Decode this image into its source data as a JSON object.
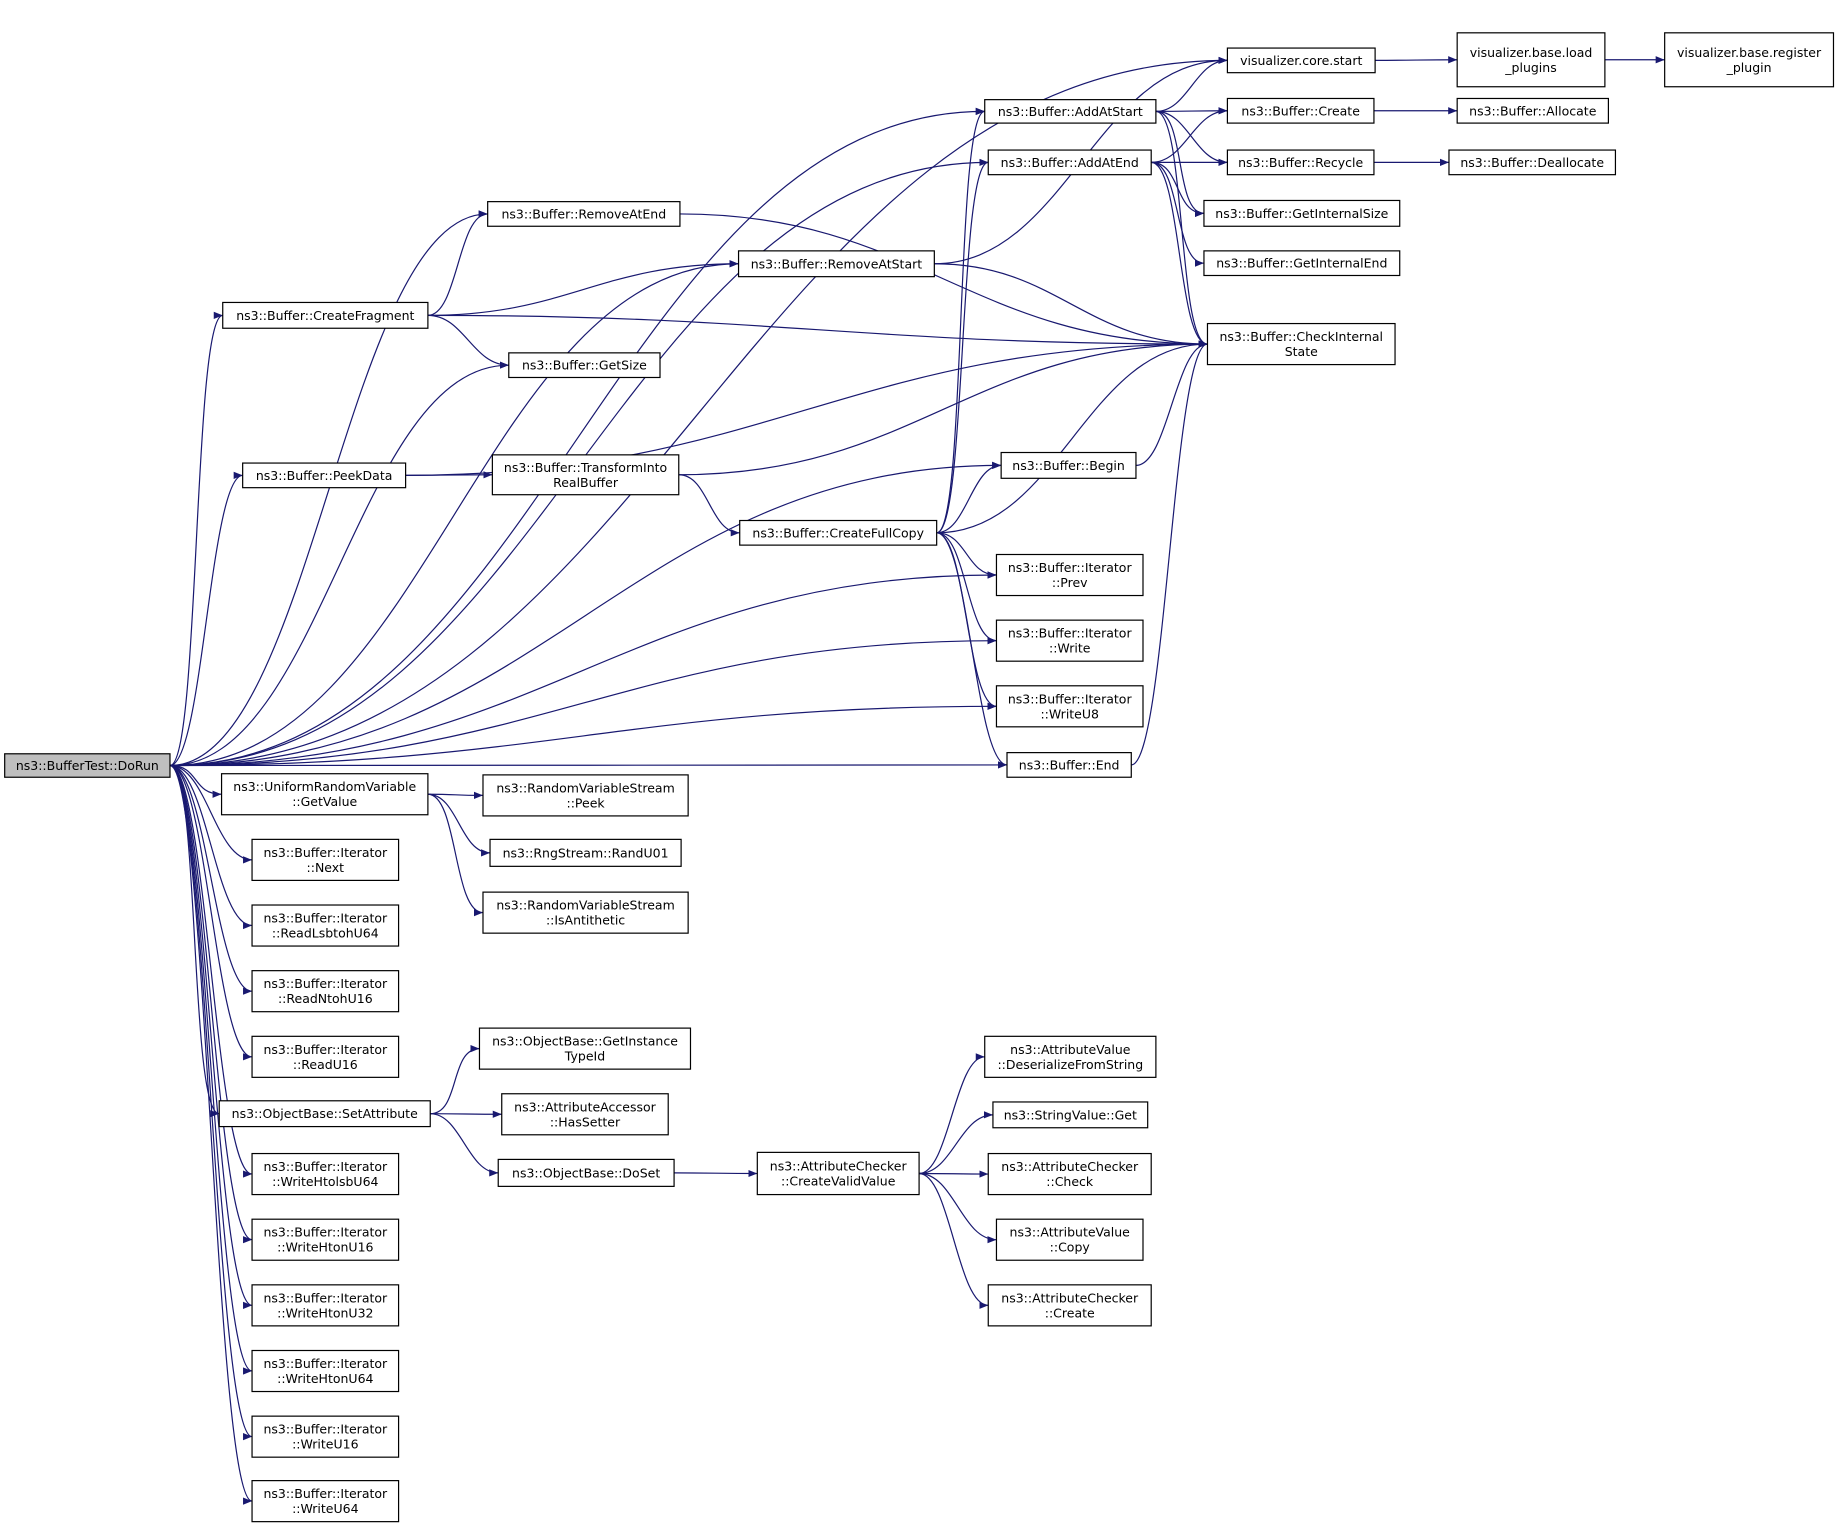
{
  "nodes": [
    {
      "id": "dorun",
      "lines": [
        "ns3::BufferTest::DoRun"
      ],
      "root": true
    },
    {
      "id": "vcs",
      "lines": [
        "visualizer.core.start"
      ]
    },
    {
      "id": "vblp",
      "lines": [
        "visualizer.base.load",
        "_plugins"
      ]
    },
    {
      "id": "vbrp",
      "lines": [
        "visualizer.base.register",
        "_plugin"
      ]
    },
    {
      "id": "aas",
      "lines": [
        "ns3::Buffer::AddAtStart"
      ]
    },
    {
      "id": "bcreate",
      "lines": [
        "ns3::Buffer::Create"
      ]
    },
    {
      "id": "alloc",
      "lines": [
        "ns3::Buffer::Allocate"
      ]
    },
    {
      "id": "aae",
      "lines": [
        "ns3::Buffer::AddAtEnd"
      ]
    },
    {
      "id": "recycle",
      "lines": [
        "ns3::Buffer::Recycle"
      ]
    },
    {
      "id": "dealloc",
      "lines": [
        "ns3::Buffer::Deallocate"
      ]
    },
    {
      "id": "rae",
      "lines": [
        "ns3::Buffer::RemoveAtEnd"
      ]
    },
    {
      "id": "gis",
      "lines": [
        "ns3::Buffer::GetInternalSize"
      ]
    },
    {
      "id": "gie",
      "lines": [
        "ns3::Buffer::GetInternalEnd"
      ]
    },
    {
      "id": "ras",
      "lines": [
        "ns3::Buffer::RemoveAtStart"
      ]
    },
    {
      "id": "cfrag",
      "lines": [
        "ns3::Buffer::CreateFragment"
      ]
    },
    {
      "id": "cis",
      "lines": [
        "ns3::Buffer::CheckInternal",
        "State"
      ]
    },
    {
      "id": "gsize",
      "lines": [
        "ns3::Buffer::GetSize"
      ]
    },
    {
      "id": "peek",
      "lines": [
        "ns3::Buffer::PeekData"
      ]
    },
    {
      "id": "trb",
      "lines": [
        "ns3::Buffer::TransformInto",
        "RealBuffer"
      ]
    },
    {
      "id": "begin",
      "lines": [
        "ns3::Buffer::Begin"
      ]
    },
    {
      "id": "cfc",
      "lines": [
        "ns3::Buffer::CreateFullCopy"
      ]
    },
    {
      "id": "prev",
      "lines": [
        "ns3::Buffer::Iterator",
        "::Prev"
      ]
    },
    {
      "id": "write",
      "lines": [
        "ns3::Buffer::Iterator",
        "::Write"
      ]
    },
    {
      "id": "writeu8",
      "lines": [
        "ns3::Buffer::Iterator",
        "::WriteU8"
      ]
    },
    {
      "id": "end",
      "lines": [
        "ns3::Buffer::End"
      ]
    },
    {
      "id": "urv",
      "lines": [
        "ns3::UniformRandomVariable",
        "::GetValue"
      ]
    },
    {
      "id": "rvspeek",
      "lines": [
        "ns3::RandomVariableStream",
        "::Peek"
      ]
    },
    {
      "id": "rand",
      "lines": [
        "ns3::RngStream::RandU01"
      ]
    },
    {
      "id": "anti",
      "lines": [
        "ns3::RandomVariableStream",
        "::IsAntithetic"
      ]
    },
    {
      "id": "next",
      "lines": [
        "ns3::Buffer::Iterator",
        "::Next"
      ]
    },
    {
      "id": "rlsb",
      "lines": [
        "ns3::Buffer::Iterator",
        "::ReadLsbtohU64"
      ]
    },
    {
      "id": "rntoh",
      "lines": [
        "ns3::Buffer::Iterator",
        "::ReadNtohU16"
      ]
    },
    {
      "id": "ru16",
      "lines": [
        "ns3::Buffer::Iterator",
        "::ReadU16"
      ]
    },
    {
      "id": "gitid",
      "lines": [
        "ns3::ObjectBase::GetInstance",
        "TypeId"
      ]
    },
    {
      "id": "setattr",
      "lines": [
        "ns3::ObjectBase::SetAttribute"
      ]
    },
    {
      "id": "hassetter",
      "lines": [
        "ns3::AttributeAccessor",
        "::HasSetter"
      ]
    },
    {
      "id": "doset",
      "lines": [
        "ns3::ObjectBase::DoSet"
      ]
    },
    {
      "id": "cvv",
      "lines": [
        "ns3::AttributeChecker",
        "::CreateValidValue"
      ]
    },
    {
      "id": "dfs",
      "lines": [
        "ns3::AttributeValue",
        "::DeserializeFromString"
      ]
    },
    {
      "id": "svget",
      "lines": [
        "ns3::StringValue::Get"
      ]
    },
    {
      "id": "acheck",
      "lines": [
        "ns3::AttributeChecker",
        "::Check"
      ]
    },
    {
      "id": "avcopy",
      "lines": [
        "ns3::AttributeValue",
        "::Copy"
      ]
    },
    {
      "id": "accreate",
      "lines": [
        "ns3::AttributeChecker",
        "::Create"
      ]
    },
    {
      "id": "whtolsb",
      "lines": [
        "ns3::Buffer::Iterator",
        "::WriteHtolsbU64"
      ]
    },
    {
      "id": "whu16",
      "lines": [
        "ns3::Buffer::Iterator",
        "::WriteHtonU16"
      ]
    },
    {
      "id": "whu32",
      "lines": [
        "ns3::Buffer::Iterator",
        "::WriteHtonU32"
      ]
    },
    {
      "id": "whu64",
      "lines": [
        "ns3::Buffer::Iterator",
        "::WriteHtonU64"
      ]
    },
    {
      "id": "wu16",
      "lines": [
        "ns3::Buffer::Iterator",
        "::WriteU16"
      ]
    },
    {
      "id": "wu64",
      "lines": [
        "ns3::Buffer::Iterator",
        "::WriteU64"
      ]
    }
  ],
  "edges": [
    [
      "dorun",
      "vcs"
    ],
    [
      "dorun",
      "aas"
    ],
    [
      "dorun",
      "aae"
    ],
    [
      "dorun",
      "rae"
    ],
    [
      "dorun",
      "ras"
    ],
    [
      "dorun",
      "cfrag"
    ],
    [
      "dorun",
      "gsize"
    ],
    [
      "dorun",
      "peek"
    ],
    [
      "dorun",
      "begin"
    ],
    [
      "dorun",
      "prev"
    ],
    [
      "dorun",
      "write"
    ],
    [
      "dorun",
      "writeu8"
    ],
    [
      "dorun",
      "end"
    ],
    [
      "dorun",
      "urv"
    ],
    [
      "dorun",
      "next"
    ],
    [
      "dorun",
      "rlsb"
    ],
    [
      "dorun",
      "rntoh"
    ],
    [
      "dorun",
      "ru16"
    ],
    [
      "dorun",
      "setattr"
    ],
    [
      "dorun",
      "whtolsb"
    ],
    [
      "dorun",
      "whu16"
    ],
    [
      "dorun",
      "whu32"
    ],
    [
      "dorun",
      "whu64"
    ],
    [
      "dorun",
      "wu16"
    ],
    [
      "dorun",
      "wu64"
    ],
    [
      "vcs",
      "vblp"
    ],
    [
      "vblp",
      "vbrp"
    ],
    [
      "aas",
      "vcs"
    ],
    [
      "aas",
      "bcreate"
    ],
    [
      "aas",
      "recycle"
    ],
    [
      "aas",
      "gis"
    ],
    [
      "aas",
      "cis"
    ],
    [
      "bcreate",
      "alloc"
    ],
    [
      "recycle",
      "dealloc"
    ],
    [
      "aae",
      "bcreate"
    ],
    [
      "aae",
      "recycle"
    ],
    [
      "aae",
      "gis"
    ],
    [
      "aae",
      "gie"
    ],
    [
      "aae",
      "cis"
    ],
    [
      "rae",
      "cis"
    ],
    [
      "ras",
      "vcs"
    ],
    [
      "ras",
      "cis"
    ],
    [
      "cfrag",
      "rae"
    ],
    [
      "cfrag",
      "ras"
    ],
    [
      "cfrag",
      "cis"
    ],
    [
      "cfrag",
      "gsize"
    ],
    [
      "peek",
      "cis"
    ],
    [
      "peek",
      "trb"
    ],
    [
      "trb",
      "cis"
    ],
    [
      "trb",
      "cfc"
    ],
    [
      "cfc",
      "aas"
    ],
    [
      "cfc",
      "aae"
    ],
    [
      "cfc",
      "begin"
    ],
    [
      "cfc",
      "cis"
    ],
    [
      "cfc",
      "prev"
    ],
    [
      "cfc",
      "write"
    ],
    [
      "cfc",
      "writeu8"
    ],
    [
      "cfc",
      "end"
    ],
    [
      "begin",
      "cis"
    ],
    [
      "end",
      "cis"
    ],
    [
      "urv",
      "rvspeek"
    ],
    [
      "urv",
      "rand"
    ],
    [
      "urv",
      "anti"
    ],
    [
      "setattr",
      "gitid"
    ],
    [
      "setattr",
      "hassetter"
    ],
    [
      "setattr",
      "doset"
    ],
    [
      "doset",
      "cvv"
    ],
    [
      "cvv",
      "dfs"
    ],
    [
      "cvv",
      "svget"
    ],
    [
      "cvv",
      "acheck"
    ],
    [
      "cvv",
      "avcopy"
    ],
    [
      "cvv",
      "accreate"
    ]
  ],
  "colors": {
    "edge": "#191970",
    "node_border": "#000000",
    "root_fill": "#bfbfbf",
    "node_fill": "#ffffff"
  }
}
